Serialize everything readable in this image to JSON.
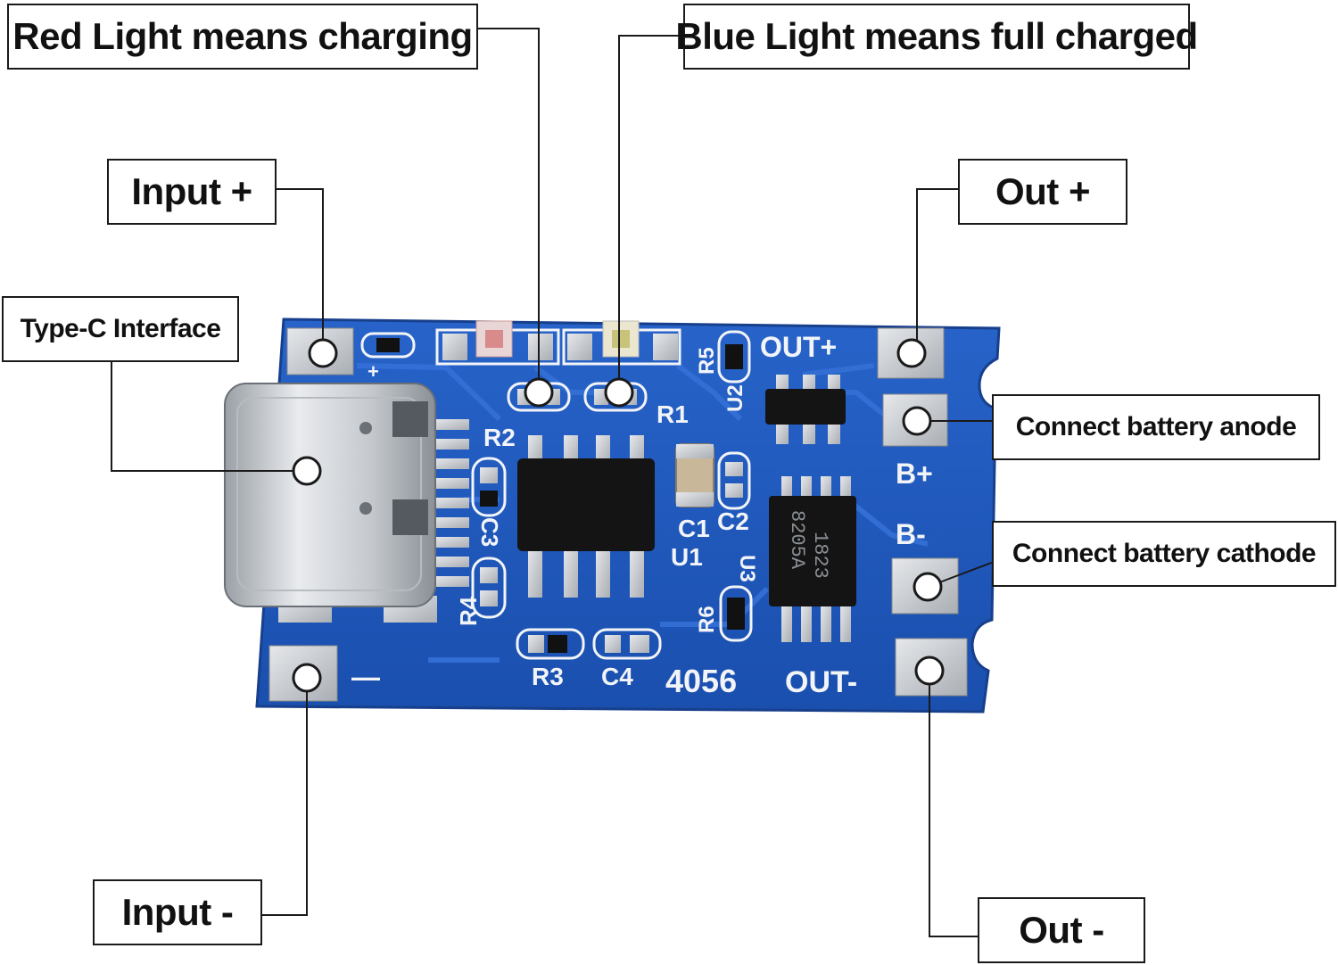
{
  "callouts": {
    "red_light": "Red Light means charging",
    "blue_light": "Blue Light means full charged",
    "input_plus": "Input +",
    "type_c": "Type-C Interface",
    "out_plus": "Out +",
    "battery_anode": "Connect battery anode",
    "battery_cathode": "Connect battery cathode",
    "input_minus": "Input -",
    "out_minus": "Out -"
  },
  "board": {
    "label_out_plus": "OUT+",
    "label_out_minus": "OUT-",
    "label_b_plus": "B+",
    "label_b_minus": "B-",
    "label_chip": "4056",
    "label_minus_pad": "—",
    "label_r1": "R1",
    "label_r2": "R2",
    "label_r3": "R3",
    "label_r4": "R4",
    "label_r5": "R5",
    "label_r6": "R6",
    "label_c1": "C1",
    "label_c2": "C2",
    "label_c3": "C3",
    "label_c4": "C4",
    "label_u1": "U1",
    "label_u2": "U2",
    "label_u3": "U3",
    "mosfet_line1": "8205A",
    "mosfet_line2": "1823"
  },
  "colors": {
    "pcb_blue": "#1f57b8",
    "pcb_trace": "#2a66cc",
    "pad_silver": "#cfd2d6",
    "silkscreen": "#f2f4f8",
    "chip_black": "#141414",
    "led_red_tint": "#d98b8b",
    "led_blue_tint": "#c9c27a"
  }
}
